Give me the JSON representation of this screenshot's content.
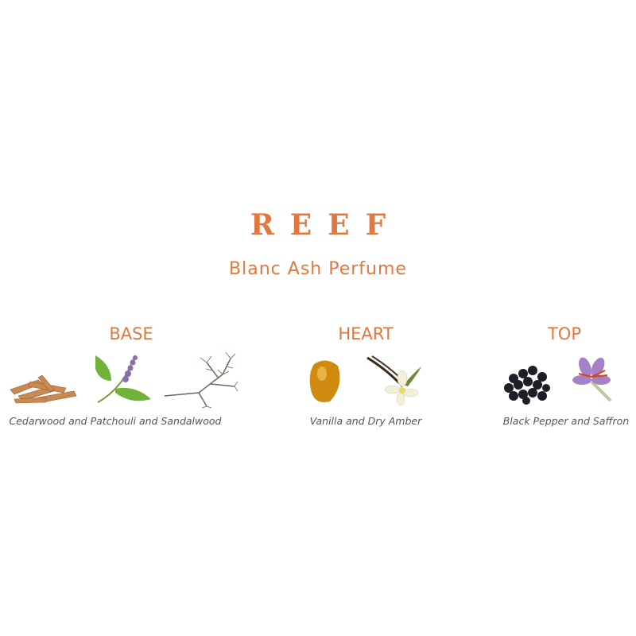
{
  "brand": "REEF",
  "product": "Blanc Ash Perfume",
  "notes": [
    {
      "heading": "BASE",
      "description": "Cedarwood and Patchouli and Sandalwood",
      "icons": [
        "wood-chips-icon",
        "patchouli-icon",
        "pine-branch-icon"
      ]
    },
    {
      "heading": "HEART",
      "description": "Vanilla and Dry Amber",
      "icons": [
        "amber-stone-icon",
        "vanilla-flower-icon"
      ]
    },
    {
      "heading": "TOP",
      "description": "Black Pepper and Saffron",
      "icons": [
        "black-pepper-icon",
        "saffron-flower-icon"
      ]
    }
  ],
  "colors": {
    "accent": "#e0783f",
    "text": "#555555"
  }
}
